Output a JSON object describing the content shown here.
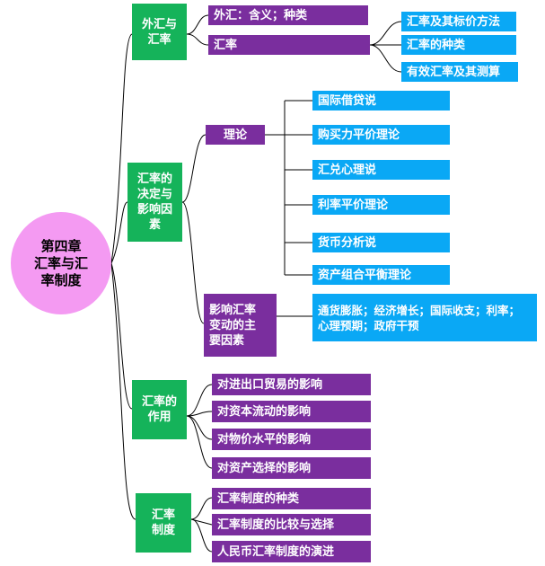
{
  "root": "第四章\n汇率与汇\n率制度",
  "branches": {
    "b1": {
      "label": "外汇与\n汇率",
      "children": {
        "c1": "外汇：含义；种类",
        "c2": "汇率",
        "c2_children": [
          "汇率及其标价方法",
          "汇率的种类",
          "有效汇率及其测算"
        ]
      }
    },
    "b2": {
      "label": "汇率的\n决定与\n影响因\n素",
      "children": {
        "theory": "理论",
        "theory_items": [
          "国际借贷说",
          "购买力平价理论",
          "汇兑心理说",
          "利率平价理论",
          "货币分析说",
          "资产组合平衡理论"
        ],
        "factors": "影响汇率\n变动的主\n要因素",
        "factors_detail": "通货膨胀；经济增长；国际收支；利率；\n心理预期；政府干预"
      }
    },
    "b3": {
      "label": "汇率的\n作用",
      "items": [
        "对进出口贸易的影响",
        "对资本流动的影响",
        "对物价水平的影响",
        "对资产选择的影响"
      ]
    },
    "b4": {
      "label": "汇率\n制度",
      "items": [
        "汇率制度的种类",
        "汇率制度的比较与选择",
        "人民币汇率制度的演进"
      ]
    }
  },
  "colors": {
    "root": "#f49af2",
    "level1": "#15b35a",
    "level2": "#7a2e9e",
    "level3": "#0aa8f5",
    "connector": "#000000"
  }
}
